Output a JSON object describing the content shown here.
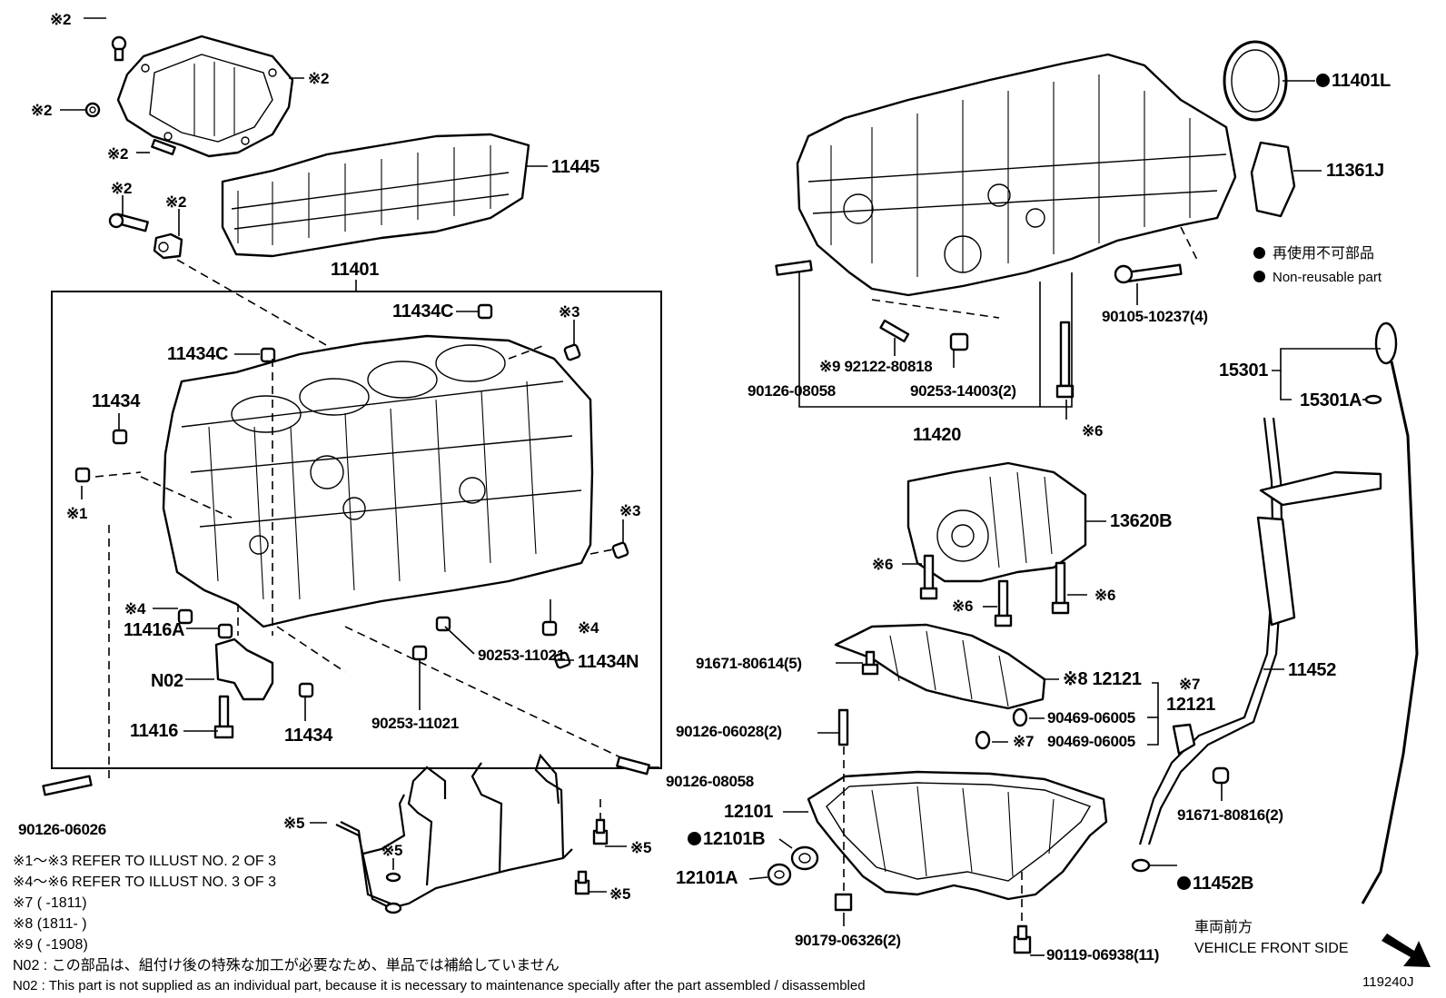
{
  "labels": {
    "p2a": "※2",
    "p2b": "※2",
    "p2c": "※2",
    "p2d": "※2",
    "p2e": "※2",
    "p2f": "※2",
    "p11445": "11445",
    "p11401": "11401",
    "p11434c_a": "11434C",
    "p11434c_b": "11434C",
    "p3a": "※3",
    "p3b": "※3",
    "p11434_a": "11434",
    "p1": "※1",
    "p4a": "※4",
    "p4b": "※4",
    "p11416a": "11416A",
    "pN02": "N02",
    "p11416": "11416",
    "p11434_b": "11434",
    "p90253_a": "90253-11021",
    "p90253_b": "90253-11021",
    "p11434n": "11434N",
    "p90126_08058_a": "90126-08058",
    "p90126_06026": "90126-06026",
    "p5a": "※5",
    "p5b": "※5",
    "p5c": "※5",
    "p5d": "※5",
    "p11401l": "11401L",
    "p11361j": "11361J",
    "p9": "※9 92122-80818",
    "p90126_08058_b": "90126-08058",
    "p90253_14003": "90253-14003(2)",
    "p11420": "11420",
    "p6a": "※6",
    "p6b": "※6",
    "p6c": "※6",
    "p6d": "※6",
    "p90105": "90105-10237(4)",
    "p15301": "15301",
    "p15301a": "15301A",
    "p13620b": "13620B",
    "p91671_80614": "91671-80614(5)",
    "p8_12121": "※8 12121",
    "p7": "※7",
    "p12121": "12121",
    "p90469_a": "90469-06005",
    "p7b": "※7",
    "p90469_b": "90469-06005",
    "p90126_06028": "90126-06028(2)",
    "p11452": "11452",
    "p12101": "12101",
    "p12101b": "12101B",
    "p12101a": "12101A",
    "p91671_80816": "91671-80816(2)",
    "p11452b": "11452B",
    "p90179": "90179-06326(2)",
    "p90119": "90119-06938(11)",
    "front_jp": "車両前方",
    "front_en": "VEHICLE FRONT SIDE",
    "illust_no": "119240J"
  },
  "legend": {
    "jp": "再使用不可部品",
    "en": "Non-reusable part"
  },
  "notes": [
    "※1～※3  REFER TO ILLUST NO. 2 OF 3",
    "※4～※6  REFER TO ILLUST NO. 3 OF 3",
    "※7 (       -1811)",
    "※8 (1811-       )",
    "※9 (       -1908)",
    "N02 : この部品は、組付け後の特殊な加工が必要なため、単品では補給していません",
    "N02 : This part is not supplied as an individual part, because it is necessary to maintenance specially after the part assembled / disassembled"
  ]
}
